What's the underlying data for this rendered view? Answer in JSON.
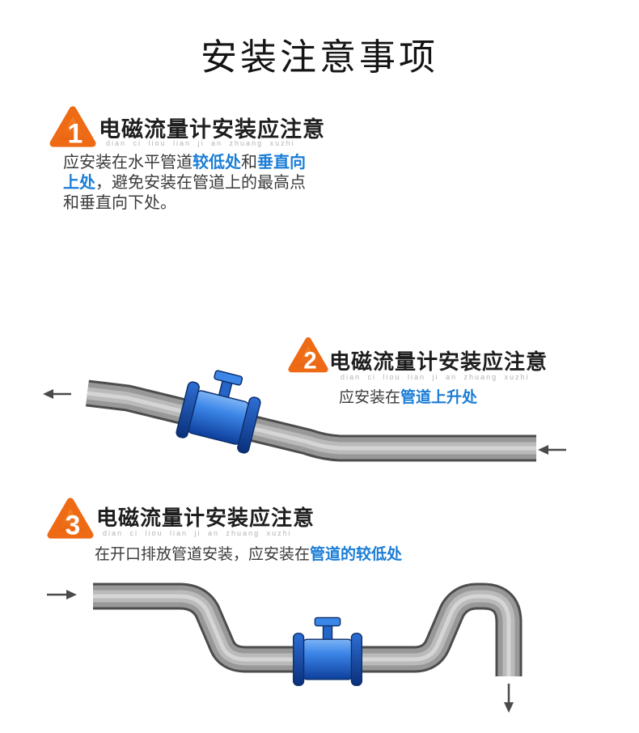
{
  "page": {
    "title": "安装注意事项"
  },
  "colors": {
    "accent_blue": "#1a7dd6",
    "badge_orange": "#f0711d",
    "error_red": "#dd1414",
    "pipe_gray": "#989898",
    "meter_blue": "#2465c8"
  },
  "sections": [
    {
      "number": "1",
      "heading": "电磁流量计安装应注意",
      "pinyin": "dian ci liou lian ji an zhuang xuzhi",
      "body_segments": [
        {
          "text": "应安装在水平管道",
          "accent": false
        },
        {
          "text": "较低处",
          "accent": true
        },
        {
          "text": "和",
          "accent": false
        },
        {
          "text": "垂直向上处",
          "accent": true
        },
        {
          "text": "，避免安装在管道上的最高点和垂直向下处。",
          "accent": false
        }
      ]
    },
    {
      "number": "2",
      "heading": "电磁流量计安装应注意",
      "pinyin": "dian ci liou lian ji an zhuang xuzhi",
      "body_segments": [
        {
          "text": "应安装在",
          "accent": false
        },
        {
          "text": "管道上升处",
          "accent": true
        }
      ]
    },
    {
      "number": "3",
      "heading": "电磁流量计安装应注意",
      "pinyin": "dian ci liou lian ji an zhuang xuzhi",
      "body_segments": [
        {
          "text": "在开口排放管道安装，应安装在",
          "accent": false
        },
        {
          "text": "管道的较低处",
          "accent": true
        }
      ]
    }
  ]
}
